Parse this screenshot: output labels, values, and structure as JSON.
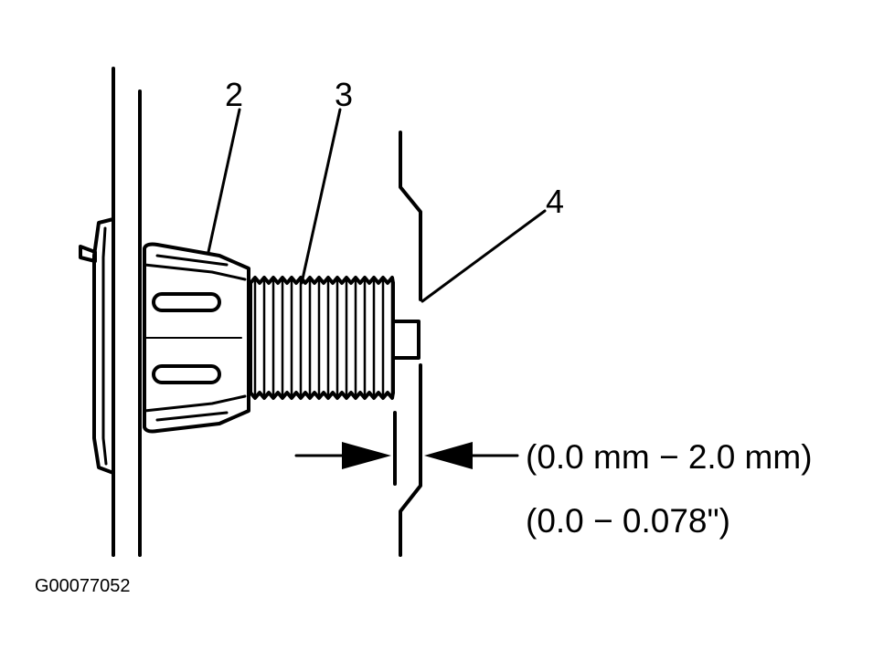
{
  "callouts": {
    "item2": "2",
    "item3": "3",
    "item4": "4"
  },
  "dimension": {
    "metric": "(0.0 mm − 2.0 mm)",
    "imperial": "(0.0 − 0.078\")"
  },
  "figure_id": "G00077052",
  "colors": {
    "ink": "#000000",
    "paper": "#ffffff"
  }
}
